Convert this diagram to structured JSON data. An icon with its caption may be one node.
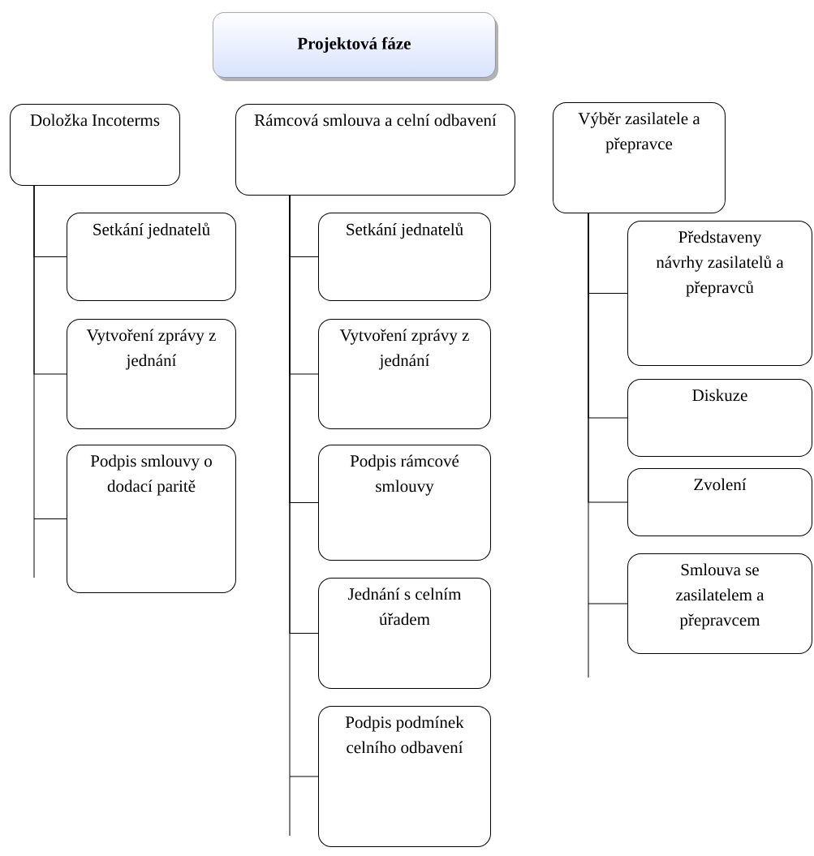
{
  "diagram": {
    "nodes": [
      {
        "text": [
          "Projektová fáze"
        ]
      },
      {
        "text": [
          "Doložka Incoterms"
        ]
      },
      {
        "text": [
          "Setkání jednatelů"
        ]
      },
      {
        "text": [
          "Vytvoření zprávy z jednání"
        ]
      },
      {
        "text": [
          "Podpis smlouvy o dodací paritě"
        ]
      },
      {
        "text": [
          "Rámcová smlouva a celní odbavení"
        ]
      },
      {
        "text": [
          "Setkání jednatelů"
        ]
      },
      {
        "text": [
          "Vytvoření zprávy z jednání"
        ]
      },
      {
        "text": [
          "Podpis rámcové smlouvy"
        ]
      },
      {
        "text": [
          "Jednání s celním úřadem"
        ]
      },
      {
        "text": [
          "Podpis podmínek celního odbavení"
        ]
      },
      {
        "text": [
          "Výběr zasilatele a přepravce"
        ]
      },
      {
        "text": [
          "Představeny návrhy zasilatelů a přepravců"
        ]
      },
      {
        "text": [
          "Diskuze"
        ]
      },
      {
        "text": [
          "Zvolení"
        ]
      },
      {
        "text": [
          "Smlouva se zasilatelem a přepravcem"
        ]
      }
    ],
    "edges": [
      {
        "from": 1,
        "to": 2,
        "arrow": "none"
      },
      {
        "from": 1,
        "to": 3,
        "arrow": "none"
      },
      {
        "from": 1,
        "to": 4,
        "arrow": "none"
      },
      {
        "from": 5,
        "to": 6,
        "arrow": "none"
      },
      {
        "from": 5,
        "to": 7,
        "arrow": "none"
      },
      {
        "from": 5,
        "to": 8,
        "arrow": "none"
      },
      {
        "from": 5,
        "to": 9,
        "arrow": "none"
      },
      {
        "from": 5,
        "to": 10,
        "arrow": "none"
      },
      {
        "from": 11,
        "to": 12,
        "arrow": "none"
      },
      {
        "from": 11,
        "to": 13,
        "arrow": "none"
      },
      {
        "from": 11,
        "to": 14,
        "arrow": "none"
      },
      {
        "from": 11,
        "to": 15,
        "arrow": "none"
      }
    ]
  }
}
